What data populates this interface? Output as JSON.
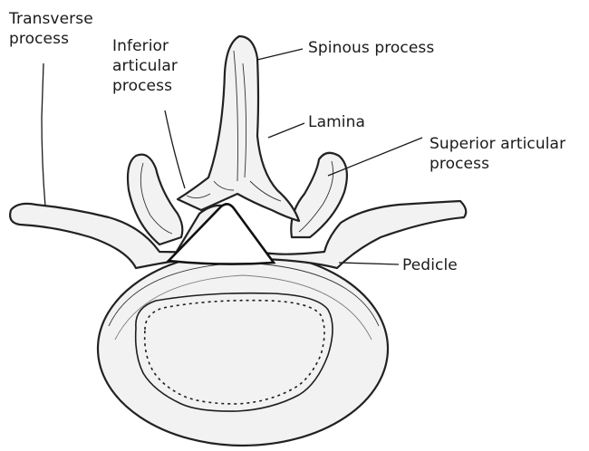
{
  "labels": {
    "transverse_process": "Transverse\nprocess",
    "inferior_articular_process": "Inferior\narticular\nprocess",
    "spinous_process": "Spinous process",
    "lamina": "Lamina",
    "superior_articular_process": "Superior articular\nprocess",
    "pedicle": "Pedicle"
  },
  "colors": {
    "ink": "#1a1a1a",
    "bone_fill": "#f2f2f2",
    "background": "#ffffff"
  }
}
